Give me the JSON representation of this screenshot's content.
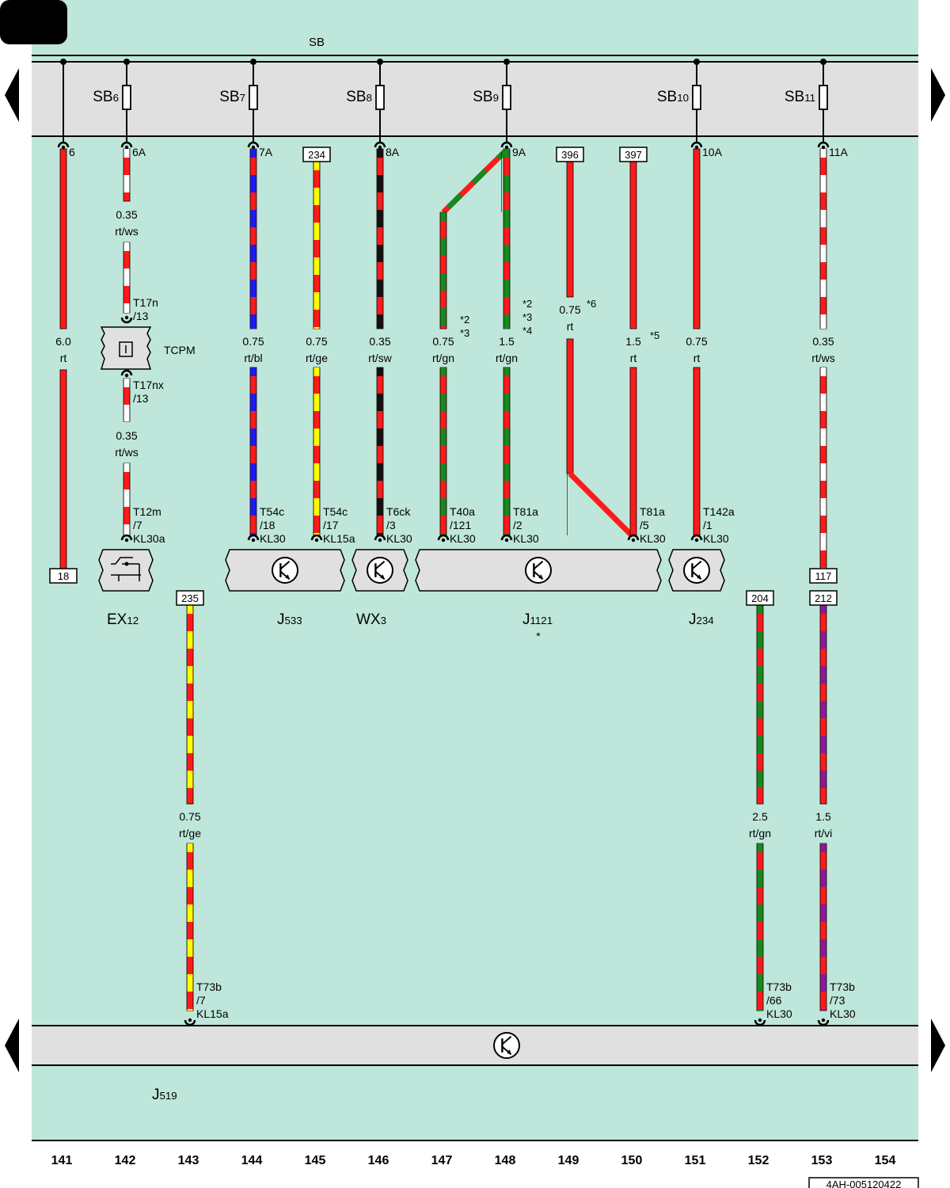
{
  "diagram": {
    "bus_label": "SB",
    "footer_code": "4AH-005120422",
    "colors": {
      "background": "#bfe6da",
      "band": "#e0e0e0",
      "rt": "#ff1a1a",
      "ws": "#ffffff",
      "bl": "#1a1aff",
      "ge": "#ffff00",
      "sw": "#111111",
      "gn": "#16891f",
      "vi": "#8b1a9a"
    },
    "fuses": [
      {
        "id": "SB",
        "sub": "6"
      },
      {
        "id": "SB",
        "sub": "7"
      },
      {
        "id": "SB",
        "sub": "8"
      },
      {
        "id": "SB",
        "sub": "9"
      },
      {
        "id": "SB",
        "sub": "10"
      },
      {
        "id": "SB",
        "sub": "11"
      }
    ],
    "wires": [
      {
        "top_label": "6",
        "size": "6.0",
        "color": "rt",
        "bottom_box": "18"
      },
      {
        "top_label": "6A",
        "size": "0.35",
        "color": "rt/ws",
        "mid_pins": [
          "T17n",
          "/13",
          "T17nx",
          "/13"
        ],
        "size2": "0.35",
        "color2": "rt/ws",
        "conn": [
          "T12m",
          "/7",
          "KL30a"
        ]
      },
      {
        "top_label": "7A",
        "size": "0.75",
        "color": "rt/bl",
        "conn": [
          "T54c",
          "/18",
          "KL30"
        ]
      },
      {
        "top_box": "234",
        "size": "0.75",
        "color": "rt/ge",
        "conn": [
          "T54c",
          "/17",
          "KL15a"
        ]
      },
      {
        "top_label": "8A",
        "size": "0.35",
        "color": "rt/sw",
        "conn": [
          "T6ck",
          "/3",
          "KL30"
        ]
      },
      {
        "size": "0.75",
        "color": "rt/gn",
        "notes": [
          "*2",
          "*3"
        ],
        "conn": [
          "T40a",
          "/121",
          "KL30"
        ]
      },
      {
        "top_label": "9A",
        "size": "1.5",
        "color": "rt/gn",
        "notes": [
          "*2",
          "*3",
          "*4"
        ],
        "conn": [
          "T81a",
          "/2",
          "KL30"
        ]
      },
      {
        "top_box": "396",
        "size": "0.75",
        "color": "rt",
        "notes": [
          "*6"
        ]
      },
      {
        "top_box": "397",
        "size": "1.5",
        "color": "rt",
        "notes": [
          "*5"
        ],
        "conn": [
          "T81a",
          "/5",
          "KL30"
        ]
      },
      {
        "top_label": "10A",
        "size": "0.75",
        "color": "rt",
        "conn": [
          "T142a",
          "/1",
          "KL30"
        ]
      },
      {
        "top_label": "11A",
        "size": "0.35",
        "color": "rt/ws",
        "bottom_box": "117"
      },
      {
        "top_box": "235",
        "size": "0.75",
        "color": "rt/ge",
        "conn": [
          "T73b",
          "/7",
          "KL15a"
        ]
      },
      {
        "top_box": "204",
        "size": "2.5",
        "color": "rt/gn",
        "conn": [
          "T73b",
          "/66",
          "KL30"
        ]
      },
      {
        "top_box": "212",
        "size": "1.5",
        "color": "rt/vi",
        "conn": [
          "T73b",
          "/73",
          "KL30"
        ]
      }
    ],
    "tcpm_label": "TCPM",
    "components": [
      {
        "name": "EX",
        "sub": "12"
      },
      {
        "name": "J",
        "sub": "533"
      },
      {
        "name": "WX",
        "sub": "3"
      },
      {
        "name": "J",
        "sub": "1121",
        "note": "*"
      },
      {
        "name": "J",
        "sub": "234"
      },
      {
        "name": "J",
        "sub": "519"
      }
    ],
    "columns": [
      "141",
      "142",
      "143",
      "144",
      "145",
      "146",
      "147",
      "148",
      "149",
      "150",
      "151",
      "152",
      "153",
      "154"
    ]
  }
}
